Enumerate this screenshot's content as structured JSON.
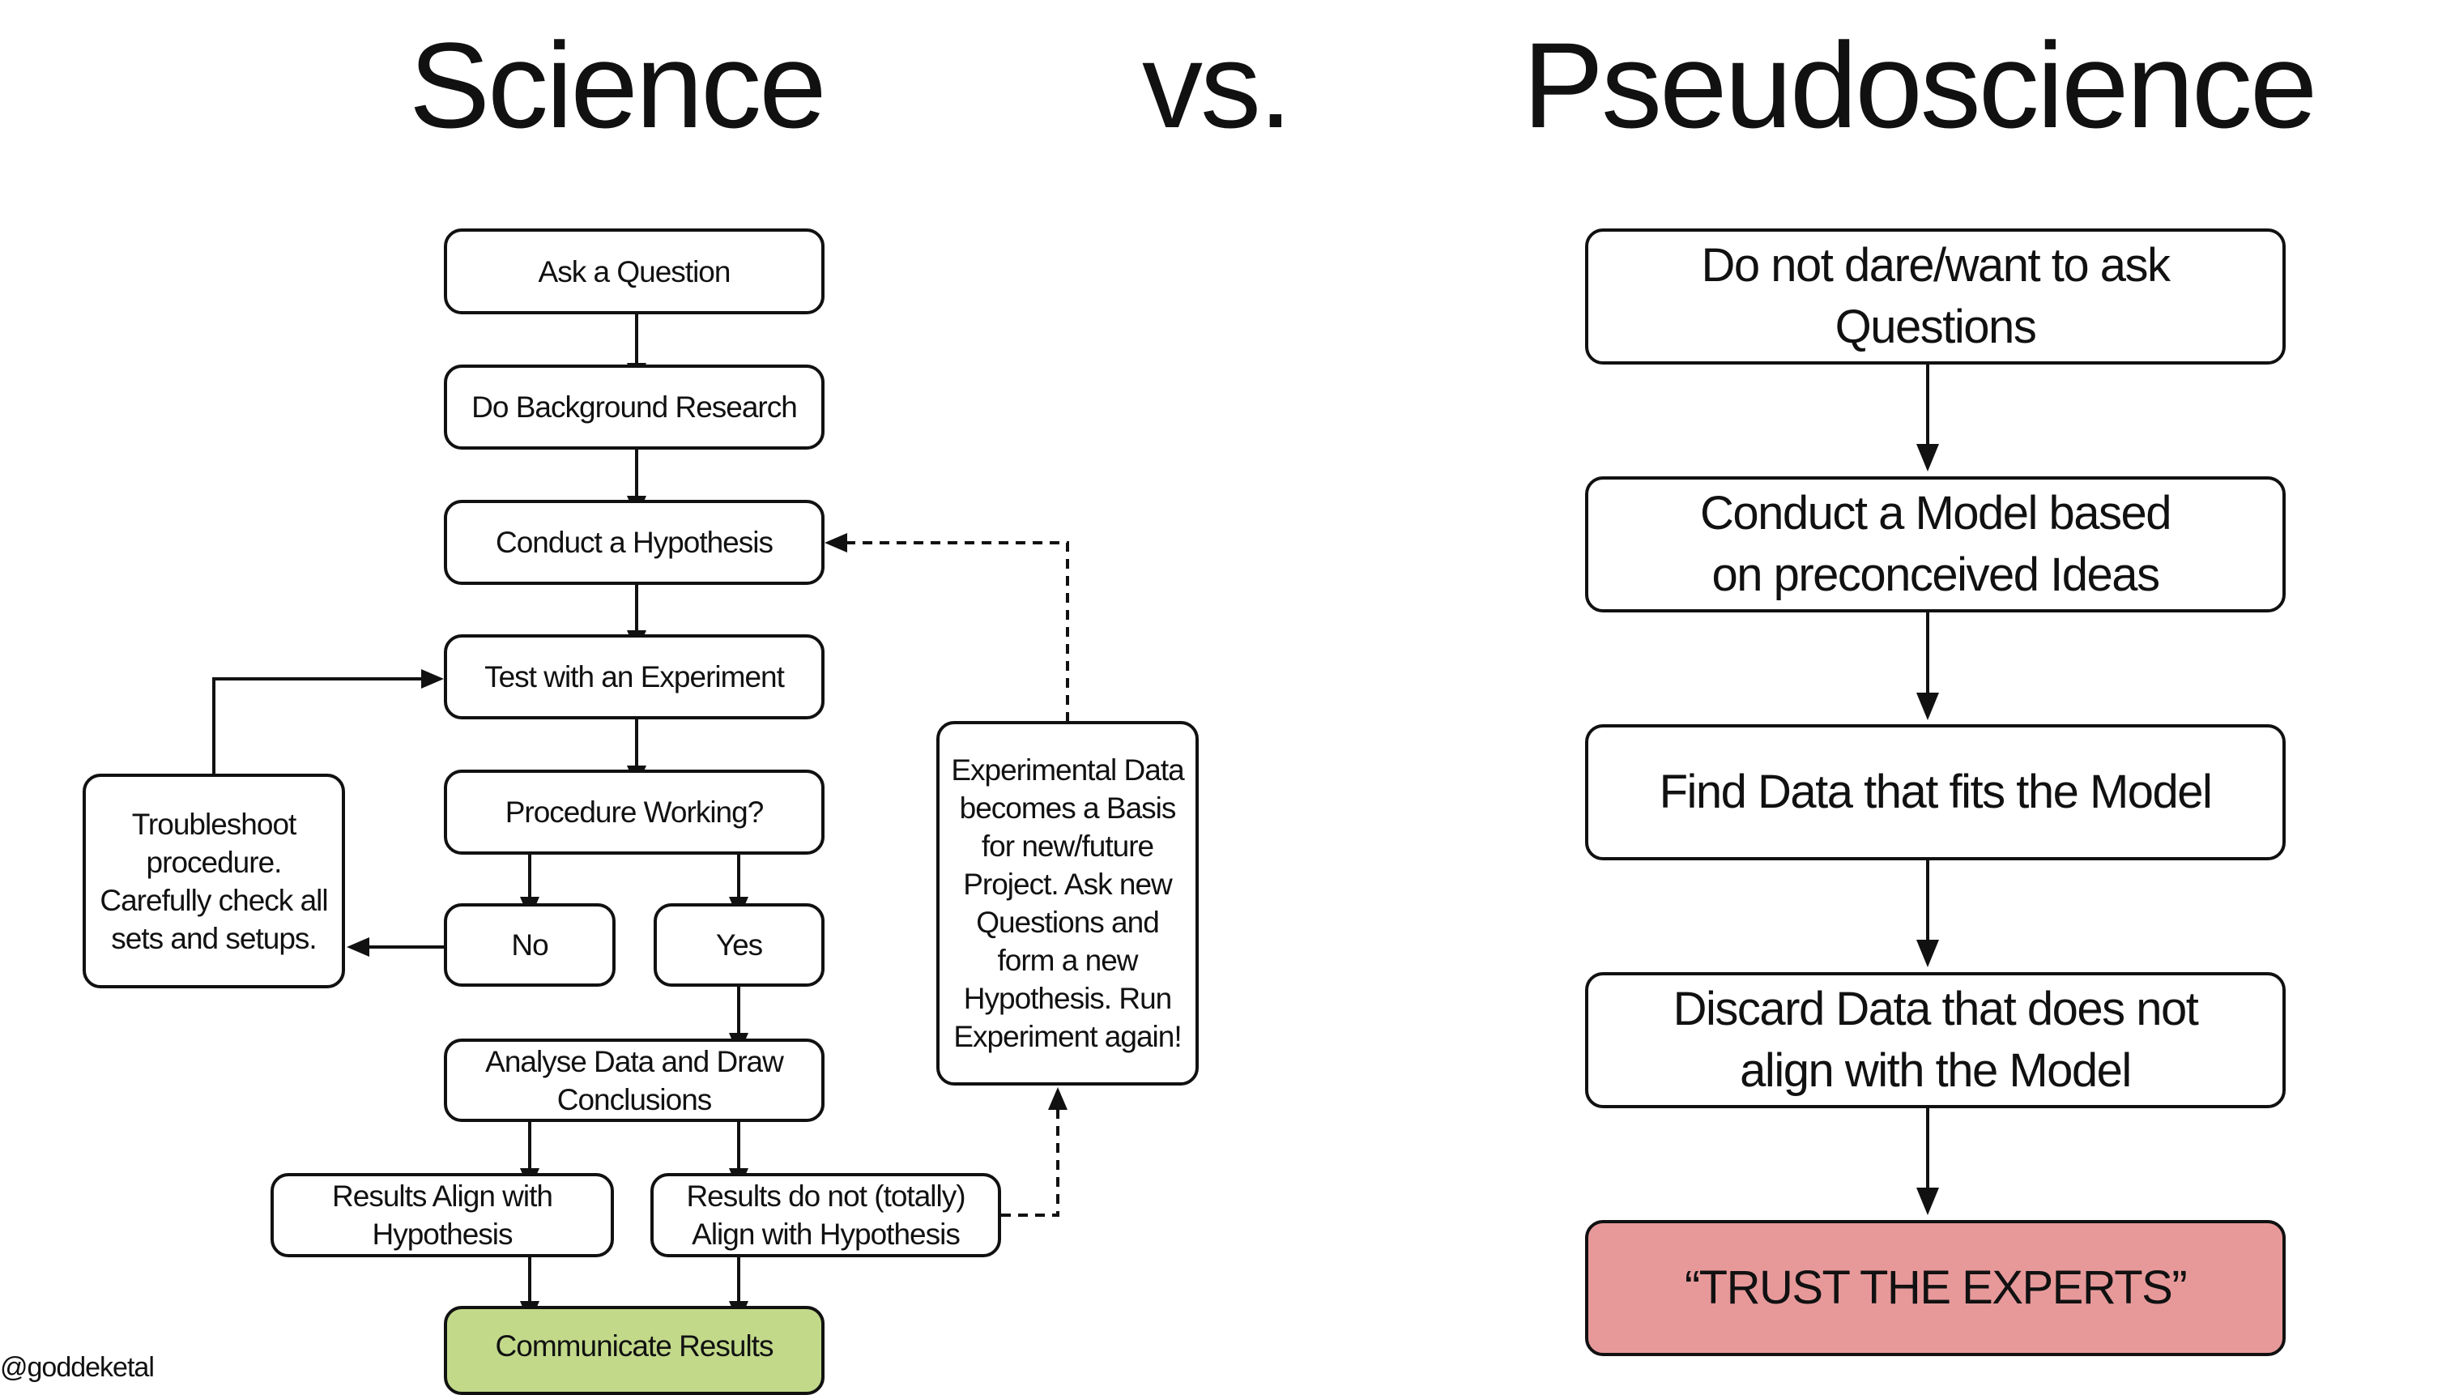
{
  "titles": {
    "left": "Science",
    "middle": "vs.",
    "right": "Pseudoscience"
  },
  "science": {
    "ask": "Ask a Question",
    "background": "Do Background Research",
    "hypothesis": "Conduct a Hypothesis",
    "test": "Test with an Experiment",
    "procedure": "Procedure Working?",
    "no": "No",
    "yes": "Yes",
    "troubleshoot": "Troubleshoot procedure. Carefully check all sets and setups.",
    "analyse": "Analyse Data and Draw Conclusions",
    "align": "Results Align with Hypothesis",
    "notalign": "Results do not (totally) Align with Hypothesis",
    "communicate": "Communicate Results",
    "experimental": "Experimental Data becomes a Basis for new/future Project. Ask new Questions and form a new Hypothesis. Run Experiment again!"
  },
  "pseudo": {
    "q": "Do not dare/want to ask Questions",
    "model": "Conduct a Model based on preconceived Ideas",
    "find": "Find Data that fits the Model",
    "discard": "Discard Data that does not align with the Model",
    "trust": "“TRUST THE EXPERTS”"
  },
  "watermark": "@goddeketal",
  "colors": {
    "communicate": "#c2d98a",
    "trust": "#e7999a",
    "line": "#111111"
  }
}
